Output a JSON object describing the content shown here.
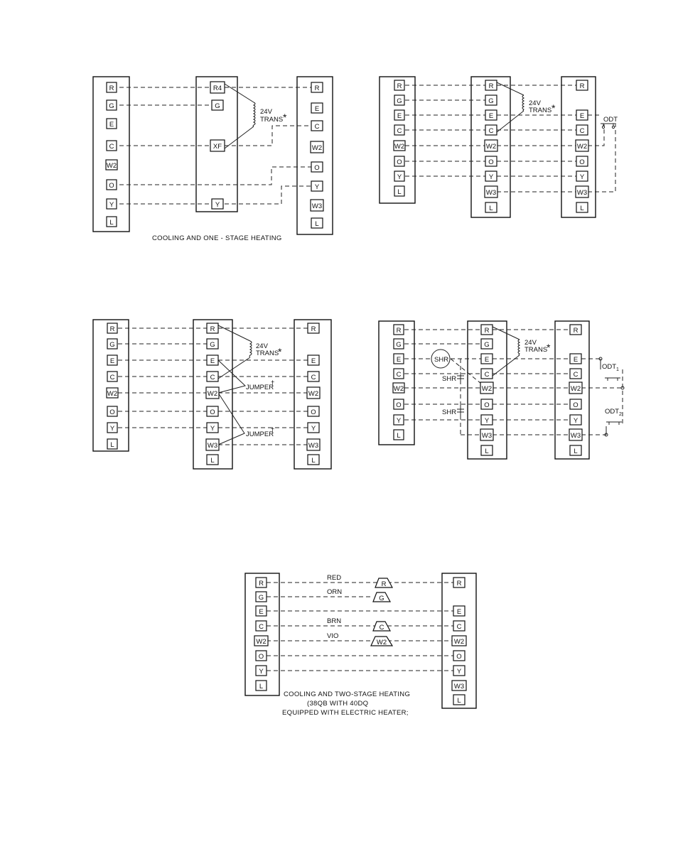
{
  "captions": {
    "d1": "COOLING AND ONE - STAGE HEATING",
    "d5_line1": "COOLING AND TWO-STAGE HEATING",
    "d5_line2": "(38QB WITH 40DQ",
    "d5_line3": "EQUIPPED WITH ELECTRIC HEATER;"
  },
  "labels": {
    "trans_v": "24V",
    "trans": "TRANS",
    "star": "*",
    "jumper": "JUMPER",
    "dagger": "†",
    "odt": "ODT",
    "odt1": "ODT",
    "odt1_sub": "1",
    "odt2": "ODT",
    "odt2_sub": "2",
    "shr": "SHR",
    "shr_a": "SHR",
    "shr_b": "SHR"
  },
  "terminals": {
    "t1": [
      "R",
      "G",
      "E",
      "C",
      "W2",
      "O",
      "Y",
      "L"
    ],
    "d1_mid": [
      "R4",
      "G",
      "XF",
      "Y"
    ],
    "d1_right": [
      "R",
      "E",
      "C",
      "W2",
      "O",
      "Y",
      "W3",
      "L"
    ],
    "d2_mid": [
      "R",
      "G",
      "E",
      "C",
      "W2",
      "O",
      "Y",
      "W3",
      "L"
    ],
    "d2_right": [
      "R",
      "E",
      "C",
      "W2",
      "O",
      "Y",
      "W3",
      "L"
    ],
    "d3_mid": [
      "R",
      "G",
      "E",
      "C",
      "W2",
      "O",
      "Y",
      "W3",
      "L"
    ],
    "d3_right": [
      "R",
      "E",
      "C",
      "W2",
      "O",
      "Y",
      "W3",
      "L"
    ],
    "d4_mid": [
      "R",
      "G",
      "E",
      "C",
      "W2",
      "O",
      "Y",
      "W3",
      "L"
    ],
    "d4_right": [
      "R",
      "E",
      "C",
      "W2",
      "O",
      "Y",
      "W3",
      "L"
    ],
    "d5_left": [
      "R",
      "G",
      "E",
      "C",
      "W2",
      "O",
      "Y",
      "L"
    ],
    "d5_right": [
      "R",
      "E",
      "C",
      "W2",
      "O",
      "Y",
      "W3",
      "L"
    ]
  },
  "wire_colors": [
    {
      "color": "RED",
      "terminal": "R"
    },
    {
      "color": "ORN",
      "terminal": "G"
    },
    {
      "color": "BRN",
      "terminal": "C"
    },
    {
      "color": "VIO",
      "terminal": "W2"
    }
  ]
}
